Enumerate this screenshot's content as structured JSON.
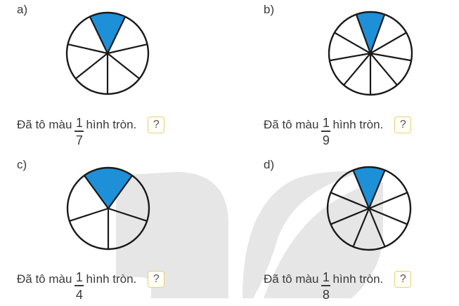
{
  "exercise": {
    "sentence_prefix": "Đã tô màu",
    "sentence_suffix": "hình tròn.",
    "answer_placeholder": "?",
    "shade_color": "#1e90d8",
    "stroke_color": "#1a1a1a",
    "answer_box_border_color": "#e6d07a",
    "items": [
      {
        "label": "a)",
        "parts": 7,
        "shaded_parts": 1,
        "numerator": "1",
        "denominator": "7"
      },
      {
        "label": "b)",
        "parts": 9,
        "shaded_parts": 1,
        "numerator": "1",
        "denominator": "9"
      },
      {
        "label": "c)",
        "parts": 5,
        "shaded_parts": 1,
        "numerator": "1",
        "denominator": "4"
      },
      {
        "label": "d)",
        "parts": 8,
        "shaded_parts": 1,
        "numerator": "1",
        "denominator": "8"
      }
    ]
  }
}
